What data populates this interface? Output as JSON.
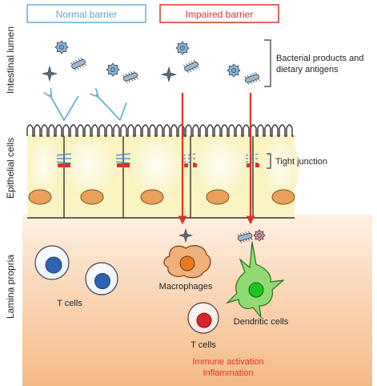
{
  "headers": {
    "normal_barrier": "Normal barrier",
    "impaired_barrier": "Impaired barrier"
  },
  "region_labels": {
    "intestinal_lumen": "Intestinal lumen",
    "epithelial_cells": "Epithelial cells",
    "lamina_propria": "Lamina propria"
  },
  "annotations": {
    "bacterial_line1": "Bacterial products and",
    "bacterial_line2": "dietary antigens",
    "tight_junction": "Tight junction"
  },
  "cell_labels": {
    "t_cells_left": "T cells",
    "macrophages": "Macrophages",
    "dendritic_cells": "Dendritic cells",
    "t_cells_bottom": "T cells"
  },
  "outcome": {
    "line1": "Immune activation",
    "line2": "Inflammation"
  },
  "colors": {
    "normal_blue": "#6aaed6",
    "impaired_red": "#d8352a",
    "epithelium": "#fbf4c2",
    "nucleus_tan": "#e9a05a",
    "t_cell_nucleus": "#2e63b3",
    "t_cell_red": "#d8252a",
    "macrophage": "#f0a05e",
    "dendritic": "#83d96b",
    "lamina_top": "#fdebd9",
    "lamina_bottom": "#f6bc8a"
  }
}
